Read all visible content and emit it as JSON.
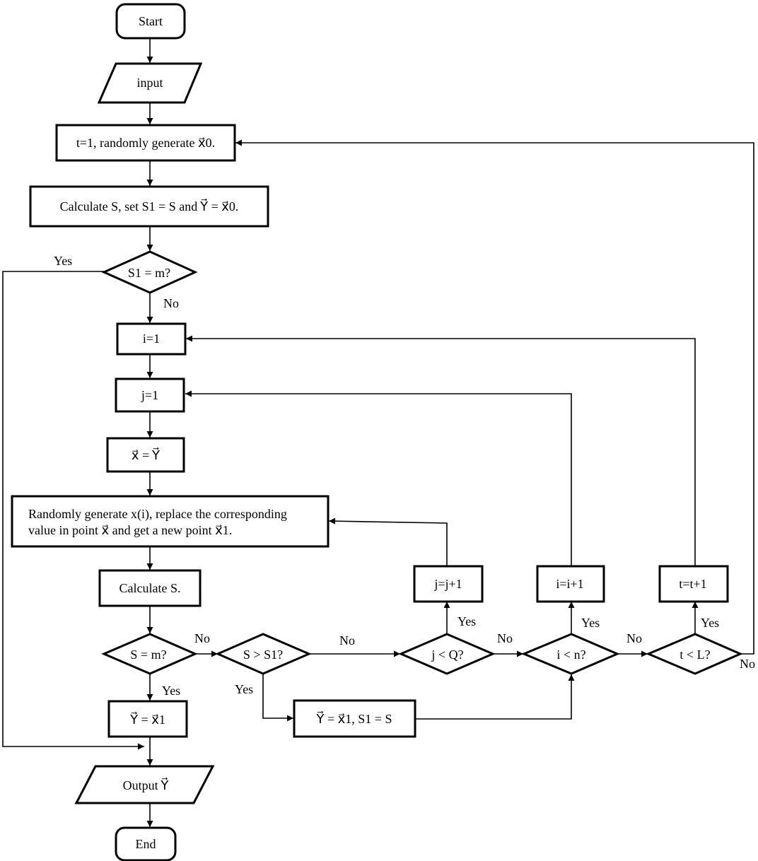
{
  "nodes": {
    "start": "Start",
    "input": "input",
    "init_t": "t=1, randomly generate x⃗0.",
    "calc_init": "Calculate S, set S1 = S and Y⃗ = x⃗0.",
    "check_s1": "S1 = m?",
    "init_i": "i=1",
    "init_j": "j=1",
    "assign_x": "x⃗ = Y⃗",
    "generate_line1": "Randomly generate x(i), replace the corresponding",
    "generate_line2": "value in point x⃗ and get a new point x⃗1.",
    "calc_s": "Calculate S.",
    "check_s": "S = m?",
    "check_gt": "S > S1?",
    "check_j": "j < Q?",
    "check_i": "i < n?",
    "check_t": "t < L?",
    "inc_j": "j=j+1",
    "inc_i": "i=i+1",
    "inc_t": "t=t+1",
    "assign_y": "Y⃗ = x⃗1",
    "update": "Y⃗ = x⃗1, S1 = S",
    "output": "Output Y⃗",
    "end": "End"
  },
  "edge_labels": {
    "yes": "Yes",
    "no": "No"
  }
}
